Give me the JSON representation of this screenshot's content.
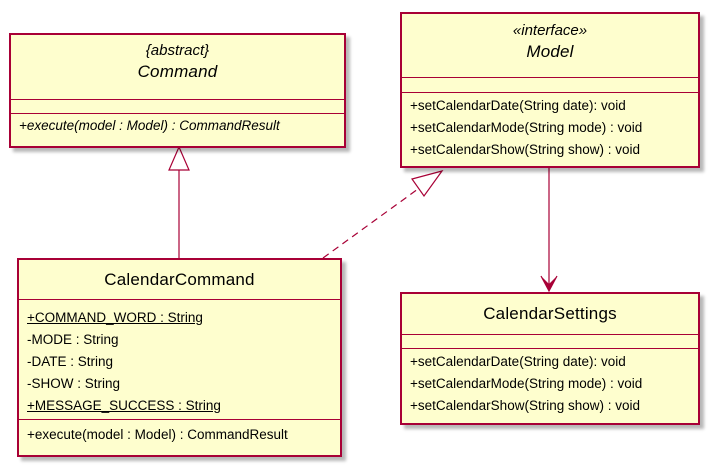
{
  "classes": {
    "command": {
      "stereotype": "{abstract}",
      "name": "Command",
      "methods": [
        "+execute(model : Model) : CommandResult"
      ]
    },
    "model": {
      "stereotype": "«interface»",
      "name": "Model",
      "methods": [
        "+setCalendarDate(String date): void",
        "+setCalendarMode(String mode) : void",
        "+setCalendarShow(String show) : void"
      ]
    },
    "calendar_command": {
      "name": "CalendarCommand",
      "fields": [
        "+COMMAND_WORD : String",
        "-MODE : String",
        "-DATE : String",
        "-SHOW : String",
        "+MESSAGE_SUCCESS : String"
      ],
      "methods": [
        "+execute(model : Model) : CommandResult"
      ]
    },
    "calendar_settings": {
      "name": "CalendarSettings",
      "methods": [
        "+setCalendarDate(String date): void",
        "+setCalendarMode(String mode) : void",
        "+setCalendarShow(String show) : void"
      ]
    }
  },
  "colors": {
    "border": "#a80036",
    "fill": "#fefece"
  }
}
